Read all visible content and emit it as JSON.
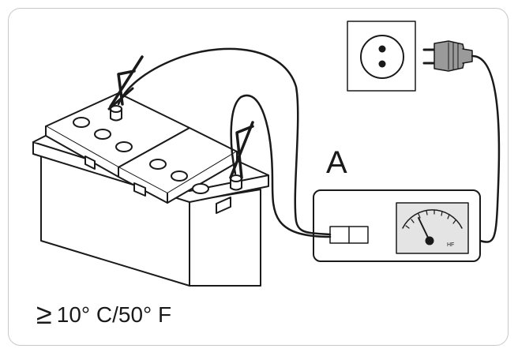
{
  "charger": {
    "label": "A",
    "meter_label": "HF"
  },
  "condition": {
    "symbol": "≥",
    "text": "10° C/50° F"
  }
}
